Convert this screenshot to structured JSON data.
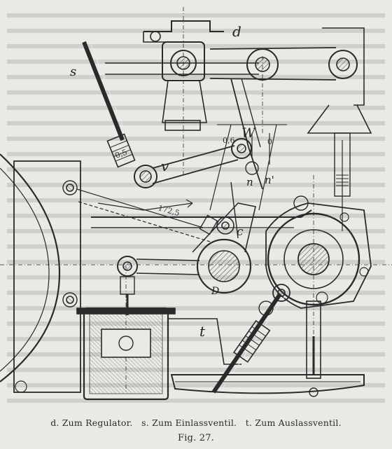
{
  "figure": {
    "number_caption": "Fig. 27.",
    "legend": {
      "d": "d. Zum Regulator.",
      "s": "s. Zum Einlassventil.",
      "t": "t. Zum Auslassventil."
    },
    "labels": {
      "d": "d",
      "s": "s",
      "t": "t",
      "v": "v",
      "w": "W",
      "c": "c",
      "d_lower": "D",
      "n": "n",
      "n_prime": "n'",
      "zero": "0",
      "zero_six": "0,6",
      "scale_left": "172,5",
      "scale_right": "0,5"
    }
  },
  "colors": {
    "ink": "#2a2a2a",
    "paper": "#e9e9e6",
    "hatch": "#555555"
  }
}
